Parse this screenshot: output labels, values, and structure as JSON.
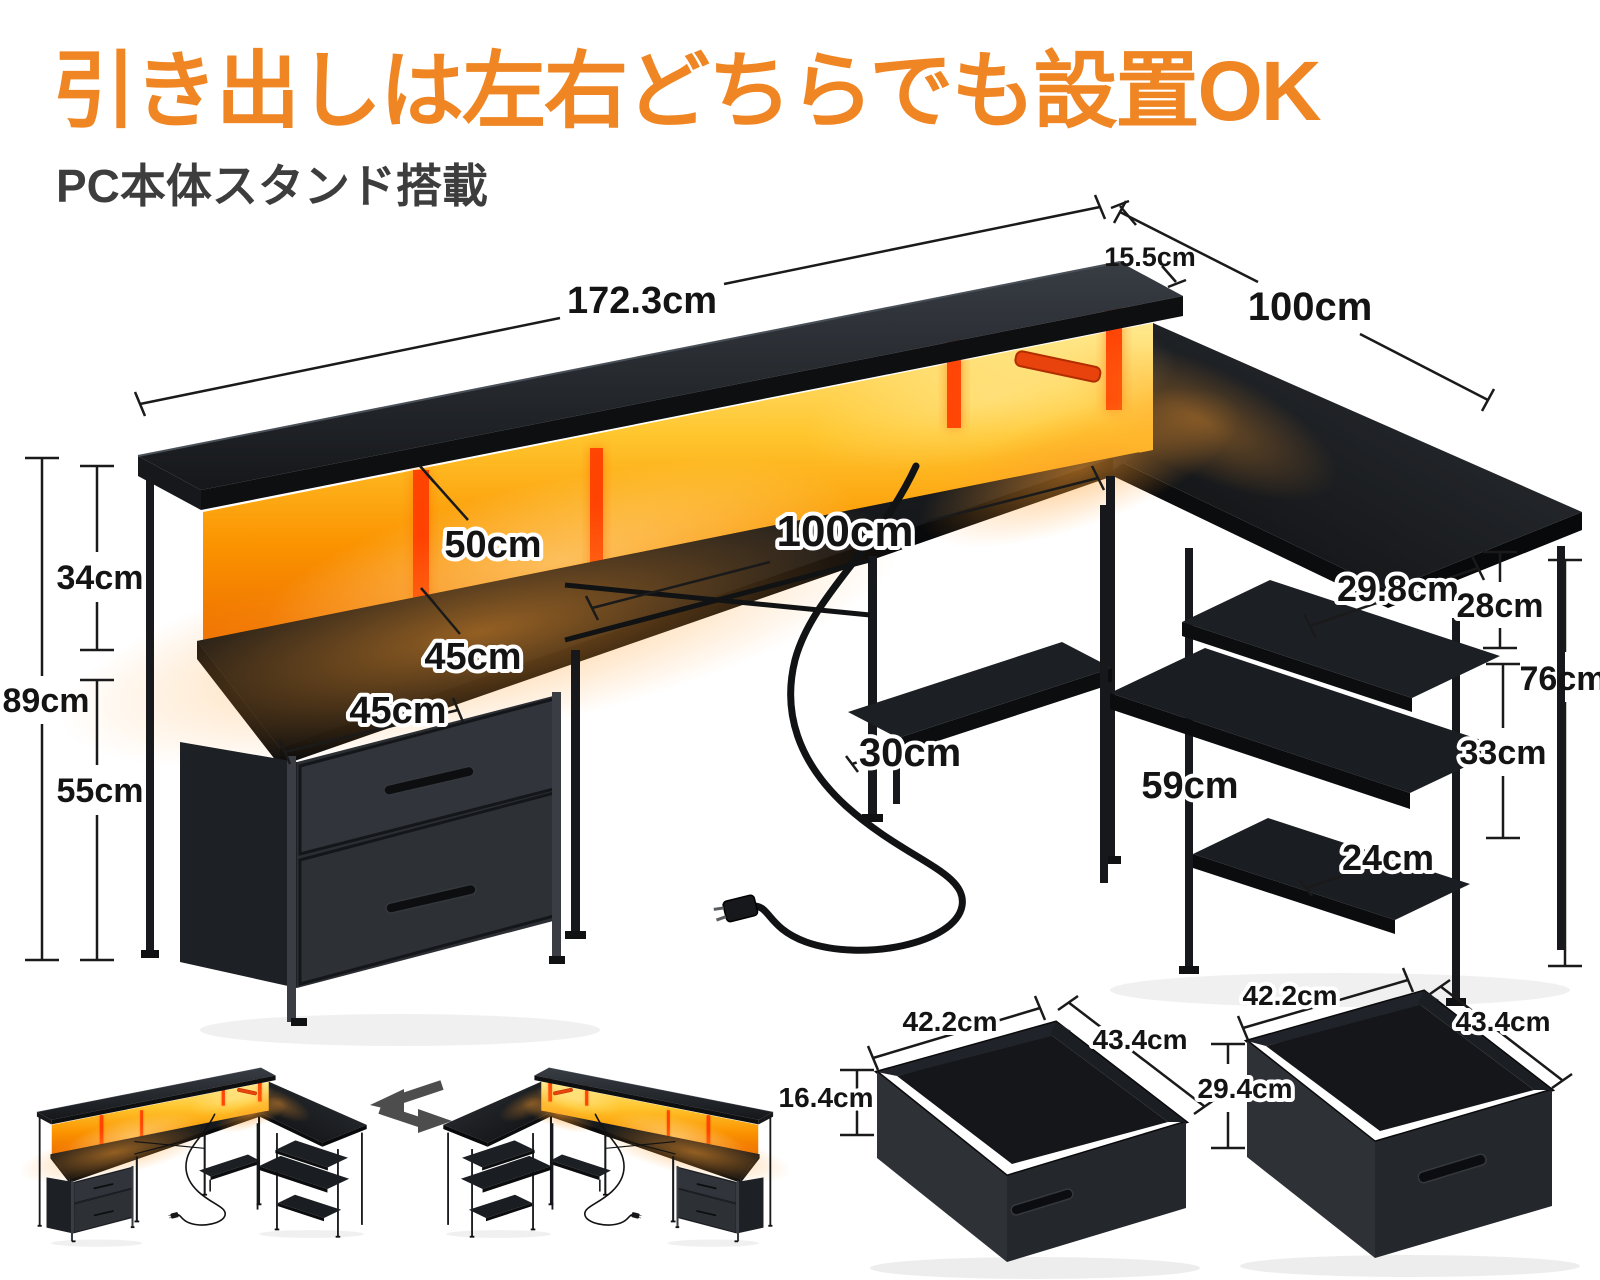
{
  "header": {
    "title": "引き出しは左右どちらでも設置OK",
    "subtitle": "PC本体スタンド搭載"
  },
  "colors": {
    "accent_orange": "#EF8623",
    "led_glow_bright": "#FFE98F",
    "led_glow_deep": "#EE7000",
    "led_bar_red": "#FF3B00",
    "desk_black": "#1b1d20"
  },
  "main_diagram": {
    "dims": {
      "riser_length": "172.3cm",
      "riser_depth": "15.5cm",
      "return_length": "100cm",
      "monitor_shelf_height": "34cm",
      "total_height": "89cm",
      "under_desk_height": "55cm",
      "desk_depth_corner": "50cm",
      "desk_depth_mid": "45cm",
      "drawer_top_width": "45cm",
      "knee_space_width": "100cm",
      "under_shelf_depth": "30cm",
      "side_shelf_length": "59cm",
      "return_top_depth": "29.8cm",
      "upper_shelf_gap": "28cm",
      "desk_height": "76cm",
      "lower_shelf_gap": "33cm",
      "bottom_shelf_depth": "24cm"
    }
  },
  "configs": {
    "swap_icon": "swap-arrows-icon",
    "left_label": "drawers-left-configuration",
    "right_label": "drawers-right-configuration"
  },
  "drawer_boxes": {
    "small": {
      "width": "42.2cm",
      "depth": "43.4cm",
      "height": "16.4cm"
    },
    "large": {
      "width": "42.2cm",
      "depth": "43.4cm",
      "height": "29.4cm"
    }
  }
}
